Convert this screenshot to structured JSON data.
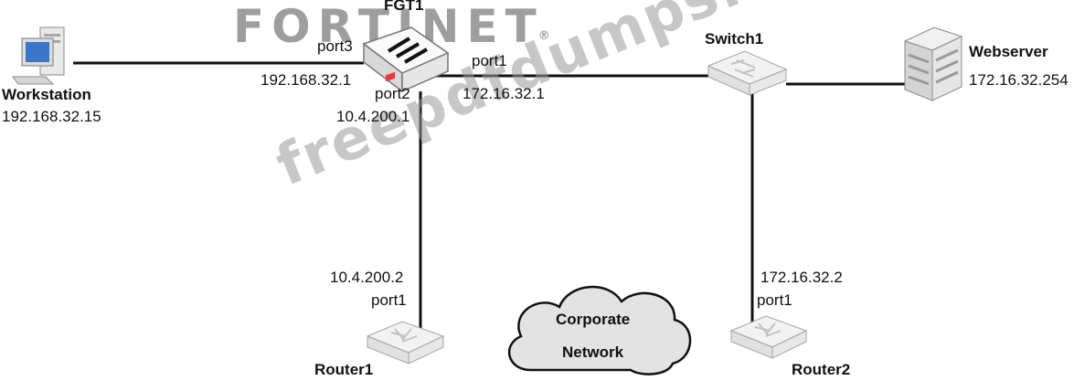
{
  "watermark_brand": "FORTINET",
  "watermark_reg": "®",
  "watermark_site": "freepdfdumps.com",
  "cloud_label_line1": "Corporate",
  "cloud_label_line2": "Network",
  "nodes": {
    "fgt1": {
      "name": "FGT1",
      "port3": "port3",
      "port3_ip": "192.168.32.1",
      "port1": "port1",
      "port1_ip": "172.16.32.1",
      "port2": "port2",
      "port2_ip": "10.4.200.1"
    },
    "workstation": {
      "name": "Workstation",
      "ip": "192.168.32.15"
    },
    "switch1": {
      "name": "Switch1"
    },
    "webserver": {
      "name": "Webserver",
      "ip": "172.16.32.254"
    },
    "router1": {
      "name": "Router1",
      "ip": "10.4.200.2",
      "port": "port1"
    },
    "router2": {
      "name": "Router2",
      "ip": "172.16.32.2",
      "port": "port1"
    }
  },
  "colors": {
    "line": "#111111",
    "device_body": "#f4f4f4",
    "device_edge": "#bdbdbd",
    "watermark": "#9e9e9e",
    "fortinet_red": "#e8393b"
  }
}
